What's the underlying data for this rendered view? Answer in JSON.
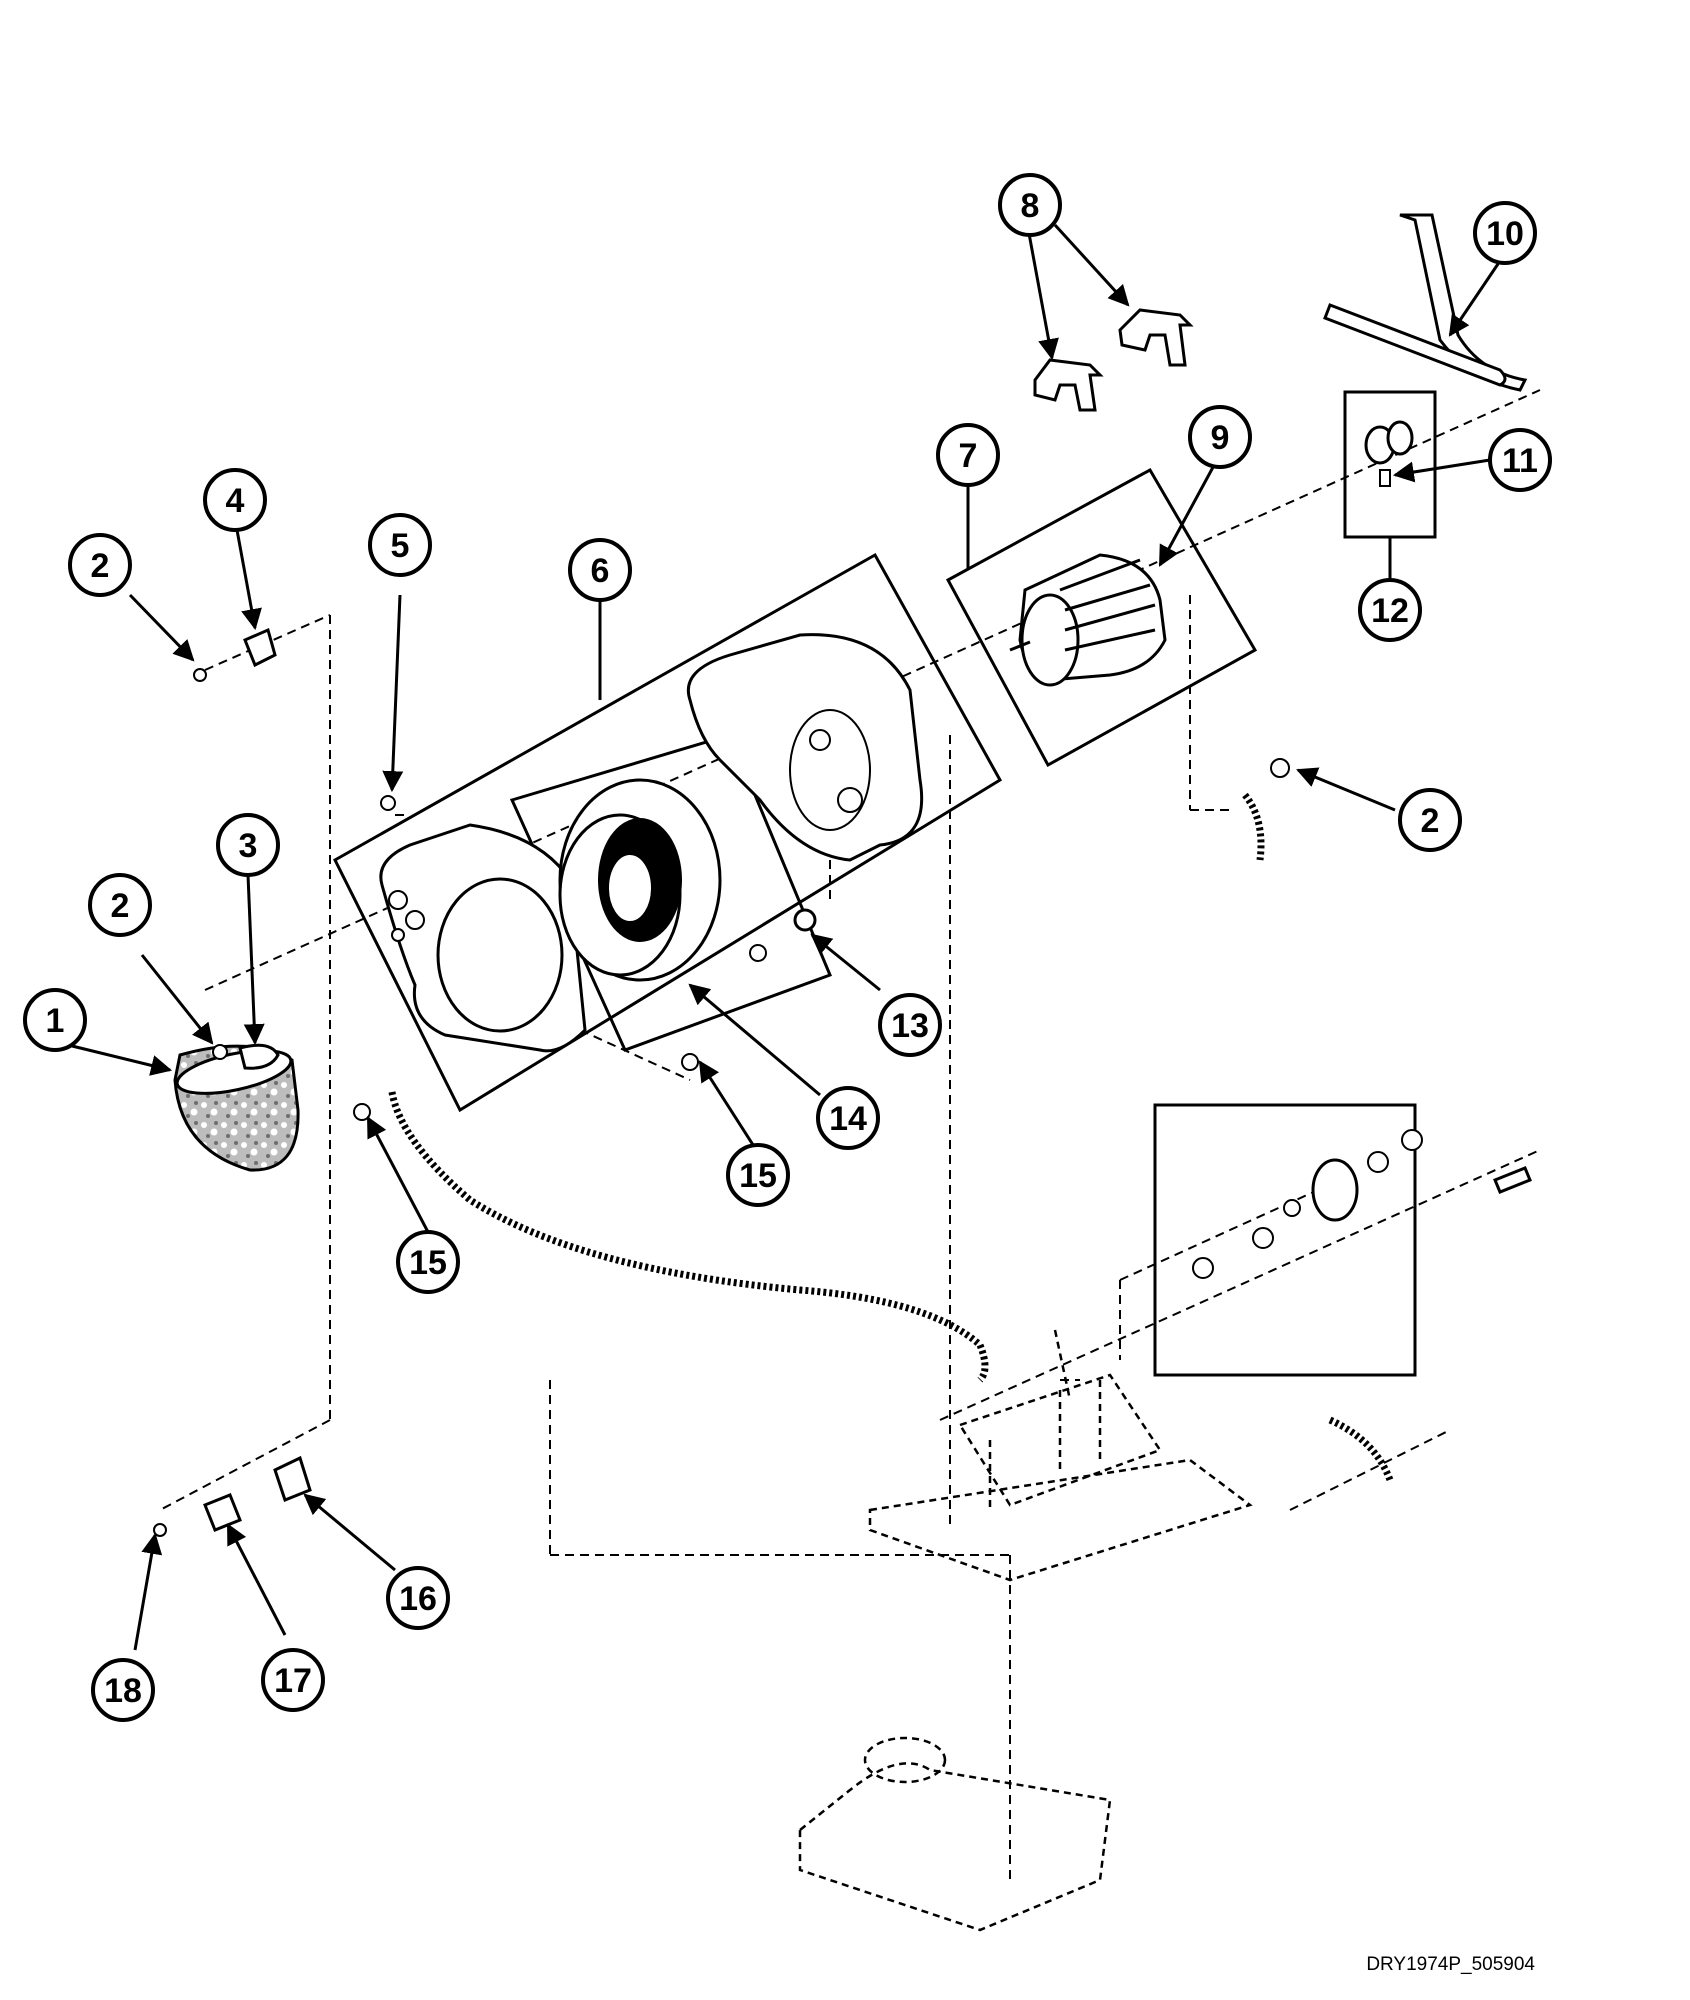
{
  "diagram": {
    "drawing_code": "DRY1974P_505904",
    "callouts": [
      {
        "id": "c1",
        "label": "1"
      },
      {
        "id": "c2a",
        "label": "2"
      },
      {
        "id": "c2b",
        "label": "2"
      },
      {
        "id": "c2c",
        "label": "2"
      },
      {
        "id": "c3",
        "label": "3"
      },
      {
        "id": "c4",
        "label": "4"
      },
      {
        "id": "c5",
        "label": "5"
      },
      {
        "id": "c6",
        "label": "6"
      },
      {
        "id": "c7",
        "label": "7"
      },
      {
        "id": "c8",
        "label": "8"
      },
      {
        "id": "c9",
        "label": "9"
      },
      {
        "id": "c10",
        "label": "10"
      },
      {
        "id": "c11",
        "label": "11"
      },
      {
        "id": "c12",
        "label": "12"
      },
      {
        "id": "c13",
        "label": "13"
      },
      {
        "id": "c14",
        "label": "14"
      },
      {
        "id": "c15a",
        "label": "15"
      },
      {
        "id": "c15b",
        "label": "15"
      },
      {
        "id": "c16",
        "label": "16"
      },
      {
        "id": "c17",
        "label": "17"
      },
      {
        "id": "c18",
        "label": "18"
      }
    ],
    "colors": {
      "ink": "#000000",
      "paper": "#ffffff",
      "fill_gray": "#9a9a9a"
    }
  }
}
